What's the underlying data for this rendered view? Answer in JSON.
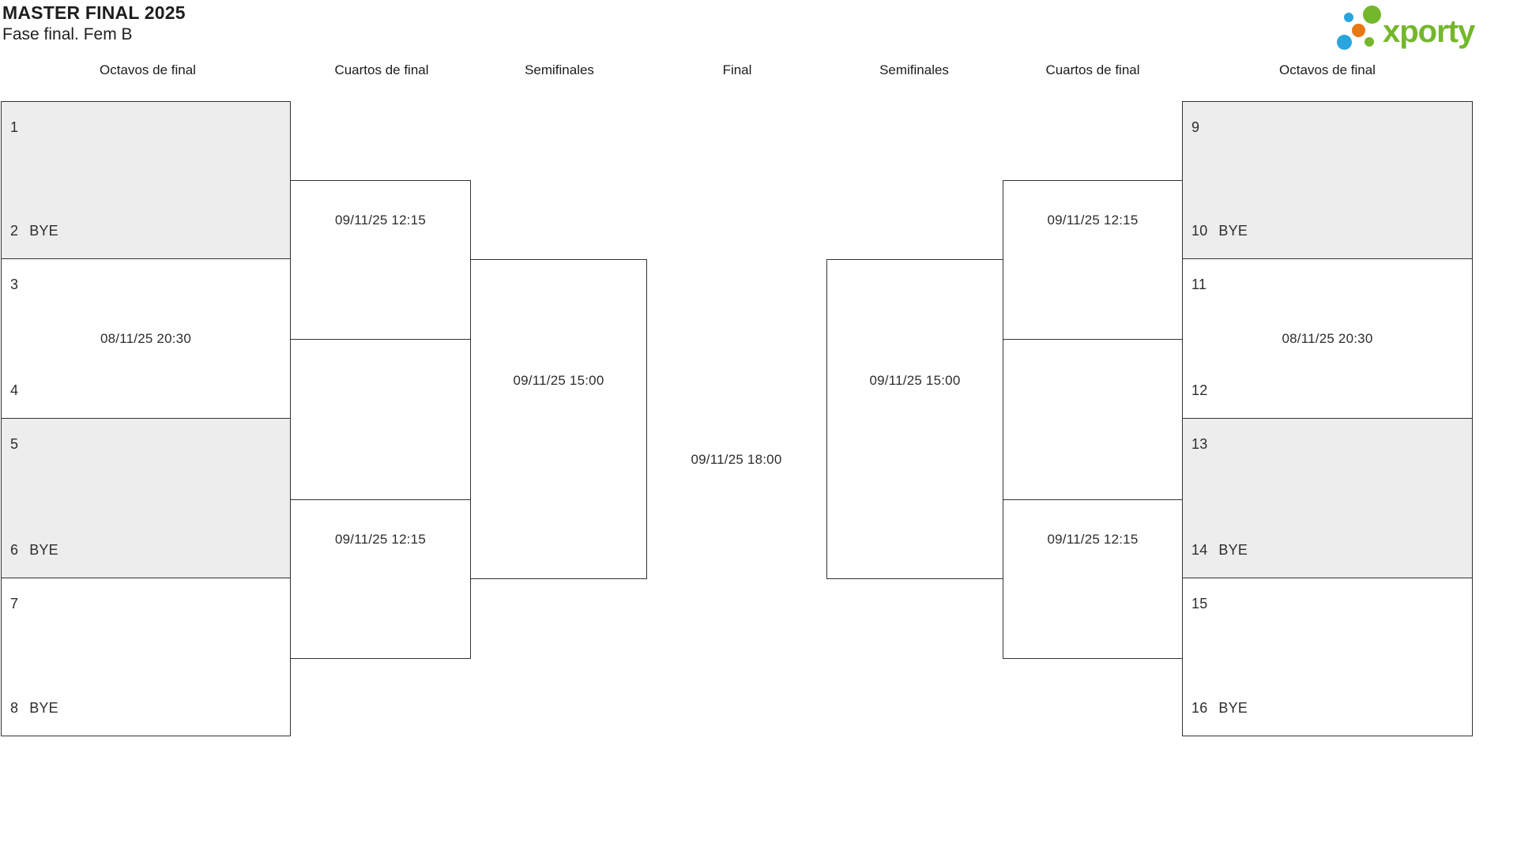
{
  "header": {
    "title": "MASTER FINAL 2025",
    "subtitle": "Fase final. Fem B",
    "logo_text": "xporty"
  },
  "round_headers": [
    "Octavos de final",
    "Cuartos de final",
    "Semifinales",
    "Final",
    "Semifinales",
    "Cuartos de final",
    "Octavos de final"
  ],
  "colors": {
    "brand_green": "#74b72c",
    "brand_blue": "#29a5de",
    "brand_orange": "#e87812",
    "box_border": "#333333",
    "shaded_fill": "#ededed",
    "text": "#2d2d2d"
  },
  "bracket": {
    "left_octavos": [
      {
        "top": {
          "seed": "1",
          "name": ""
        },
        "bottom": {
          "seed": "2",
          "name": "BYE"
        },
        "date": ""
      },
      {
        "top": {
          "seed": "3",
          "name": ""
        },
        "bottom": {
          "seed": "4",
          "name": ""
        },
        "date": "08/11/25 20:30"
      },
      {
        "top": {
          "seed": "5",
          "name": ""
        },
        "bottom": {
          "seed": "6",
          "name": "BYE"
        },
        "date": ""
      },
      {
        "top": {
          "seed": "7",
          "name": ""
        },
        "bottom": {
          "seed": "8",
          "name": "BYE"
        },
        "date": ""
      }
    ],
    "right_octavos": [
      {
        "top": {
          "seed": "9",
          "name": ""
        },
        "bottom": {
          "seed": "10",
          "name": "BYE"
        },
        "date": ""
      },
      {
        "top": {
          "seed": "11",
          "name": ""
        },
        "bottom": {
          "seed": "12",
          "name": ""
        },
        "date": "08/11/25 20:30"
      },
      {
        "top": {
          "seed": "13",
          "name": ""
        },
        "bottom": {
          "seed": "14",
          "name": "BYE"
        },
        "date": ""
      },
      {
        "top": {
          "seed": "15",
          "name": ""
        },
        "bottom": {
          "seed": "16",
          "name": "BYE"
        },
        "date": ""
      }
    ],
    "left_cuartos": [
      {
        "date": "09/11/25 12:15"
      },
      {
        "date": "09/11/25 12:15"
      }
    ],
    "right_cuartos": [
      {
        "date": "09/11/25 12:15"
      },
      {
        "date": "09/11/25 12:15"
      }
    ],
    "left_semifinal": {
      "date": "09/11/25 15:00"
    },
    "right_semifinal": {
      "date": "09/11/25 15:00"
    },
    "final": {
      "date": "09/11/25 18:00"
    }
  }
}
